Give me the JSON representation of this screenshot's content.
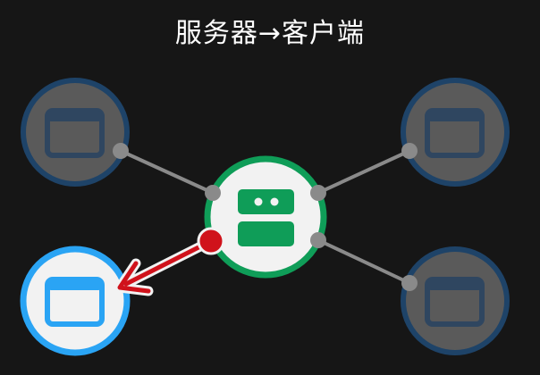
{
  "title": "服务器→客户端",
  "colors": {
    "background": "#161616",
    "server_ring": "#0f9d58",
    "server_fill": "#f2f2f2",
    "server_icon": "#0f9d58",
    "client_inactive_ring": "#1e4368",
    "client_inactive_fill": "#5a5a5a",
    "client_inactive_icon": "#2f4660",
    "client_active_ring": "#2aa4f4",
    "client_active_fill": "#f2f2f2",
    "client_active_icon": "#2aa4f4",
    "connector": "#8a8a8a",
    "arrow": "#d0121b"
  },
  "nodes": [
    {
      "id": "server",
      "kind": "server",
      "icon": "server-icon",
      "state": "active"
    },
    {
      "id": "client-top-left",
      "kind": "client",
      "icon": "browser-window-icon",
      "state": "inactive"
    },
    {
      "id": "client-top-right",
      "kind": "client",
      "icon": "browser-window-icon",
      "state": "inactive"
    },
    {
      "id": "client-bottom-left",
      "kind": "client",
      "icon": "browser-window-icon",
      "state": "active"
    },
    {
      "id": "client-bottom-right",
      "kind": "client",
      "icon": "browser-window-icon",
      "state": "inactive"
    }
  ],
  "edges": [
    {
      "from": "server",
      "to": "client-top-left",
      "style": "line"
    },
    {
      "from": "server",
      "to": "client-top-right",
      "style": "line"
    },
    {
      "from": "server",
      "to": "client-bottom-right",
      "style": "line"
    },
    {
      "from": "server",
      "to": "client-bottom-left",
      "style": "arrow",
      "direction": "server-to-client"
    }
  ]
}
